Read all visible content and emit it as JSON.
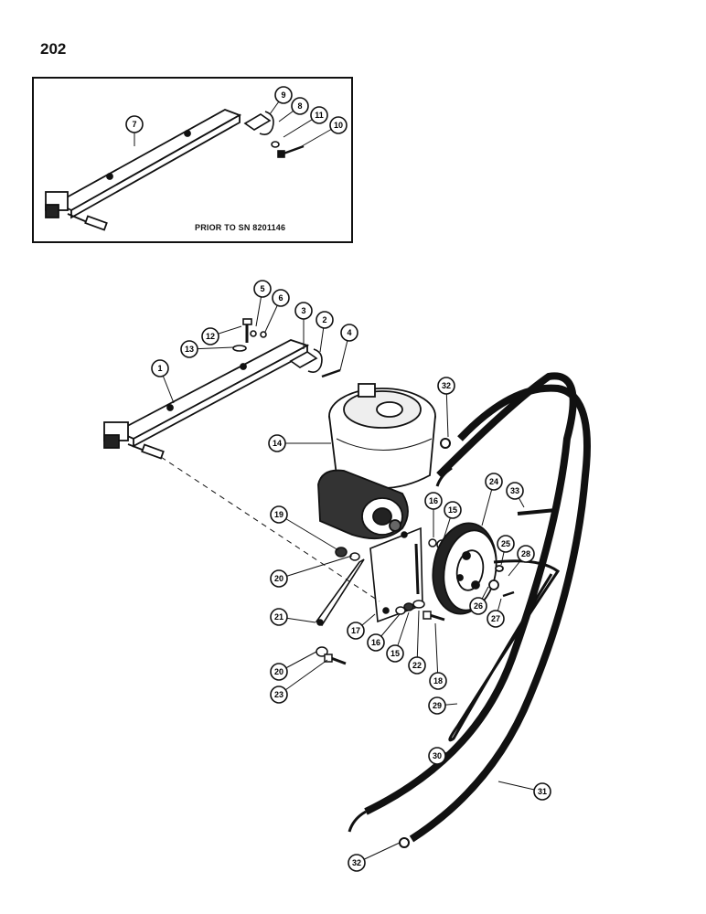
{
  "page_number": "202",
  "inset": {
    "note": "PRIOR TO SN 8201146"
  },
  "callouts": [
    {
      "id": "c7",
      "label": "7"
    },
    {
      "id": "c9",
      "label": "9"
    },
    {
      "id": "c8",
      "label": "8"
    },
    {
      "id": "c11",
      "label": "11"
    },
    {
      "id": "c10",
      "label": "10"
    },
    {
      "id": "c5",
      "label": "5"
    },
    {
      "id": "c6",
      "label": "6"
    },
    {
      "id": "c12",
      "label": "12"
    },
    {
      "id": "c13",
      "label": "13"
    },
    {
      "id": "c3",
      "label": "3"
    },
    {
      "id": "c2",
      "label": "2"
    },
    {
      "id": "c4",
      "label": "4"
    },
    {
      "id": "c1",
      "label": "1"
    },
    {
      "id": "c14",
      "label": "14"
    },
    {
      "id": "c32a",
      "label": "32"
    },
    {
      "id": "c19",
      "label": "19"
    },
    {
      "id": "c16a",
      "label": "16"
    },
    {
      "id": "c15a",
      "label": "15"
    },
    {
      "id": "c24",
      "label": "24"
    },
    {
      "id": "c33",
      "label": "33"
    },
    {
      "id": "c25",
      "label": "25"
    },
    {
      "id": "c28",
      "label": "28"
    },
    {
      "id": "c20a",
      "label": "20"
    },
    {
      "id": "c21",
      "label": "21"
    },
    {
      "id": "c17",
      "label": "17"
    },
    {
      "id": "c16b",
      "label": "16"
    },
    {
      "id": "c15b",
      "label": "15"
    },
    {
      "id": "c22",
      "label": "22"
    },
    {
      "id": "c18",
      "label": "18"
    },
    {
      "id": "c26",
      "label": "26"
    },
    {
      "id": "c27",
      "label": "27"
    },
    {
      "id": "c20b",
      "label": "20"
    },
    {
      "id": "c23",
      "label": "23"
    },
    {
      "id": "c29",
      "label": "29"
    },
    {
      "id": "c30",
      "label": "30"
    },
    {
      "id": "c31",
      "label": "31"
    },
    {
      "id": "c32b",
      "label": "32"
    }
  ]
}
